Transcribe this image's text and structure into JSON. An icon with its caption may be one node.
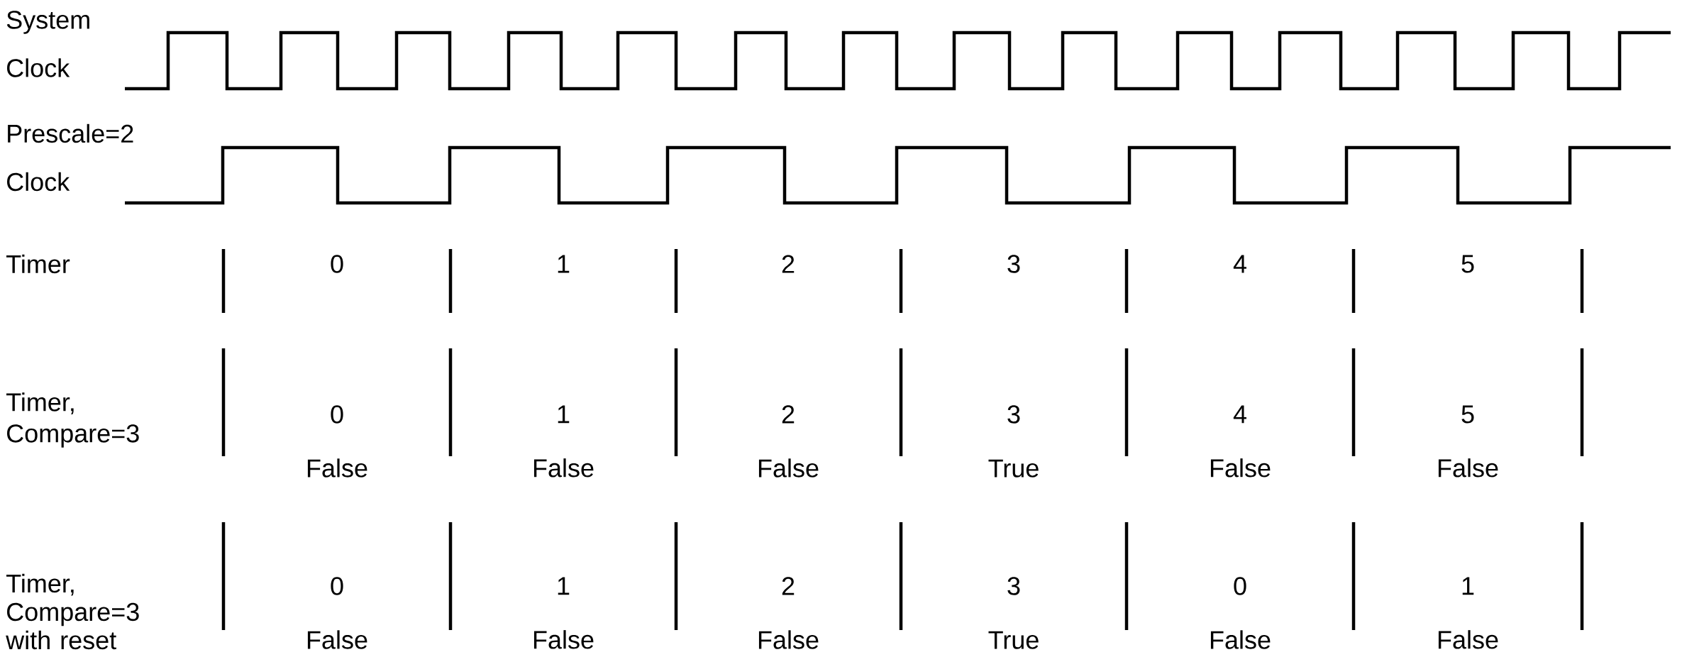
{
  "diagram": {
    "labels": [
      "System Clock",
      "Prescale=2 Clock",
      "Timer",
      "0",
      "1",
      "2",
      "3",
      "4",
      "5",
      "Timer, Compare=3",
      "0 False",
      "1 False",
      "2 False",
      "3 True",
      "4 False",
      "5 False",
      "Timer, Compare=3 with reset",
      "0 False",
      "1 False",
      "2 False",
      "3 True",
      "0 False",
      "1 False"
    ]
  }
}
